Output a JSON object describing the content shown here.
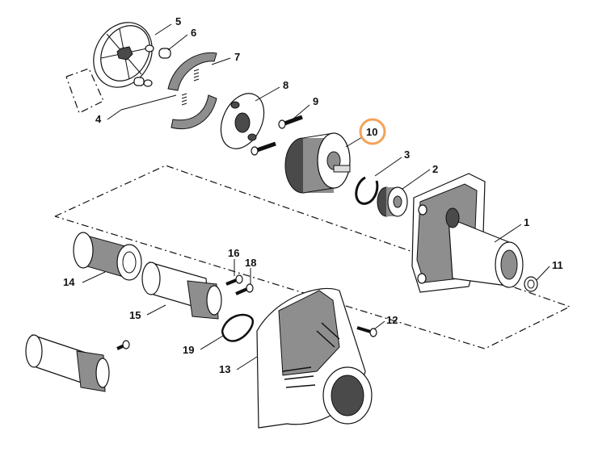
{
  "diagram": {
    "callouts": {
      "p1": "1",
      "p2": "2",
      "p3": "3",
      "p4": "4",
      "p5": "5",
      "p6": "6",
      "p7": "7",
      "p8": "8",
      "p9": "9",
      "p10": "10",
      "p11": "11",
      "p12": "12",
      "p13": "13",
      "p14": "14",
      "p15": "15",
      "p16": "16",
      "p18": "18",
      "p19": "19"
    },
    "colors": {
      "highlight": "#f4a259",
      "line": "#111111",
      "shade": "#8e8e8e"
    }
  }
}
